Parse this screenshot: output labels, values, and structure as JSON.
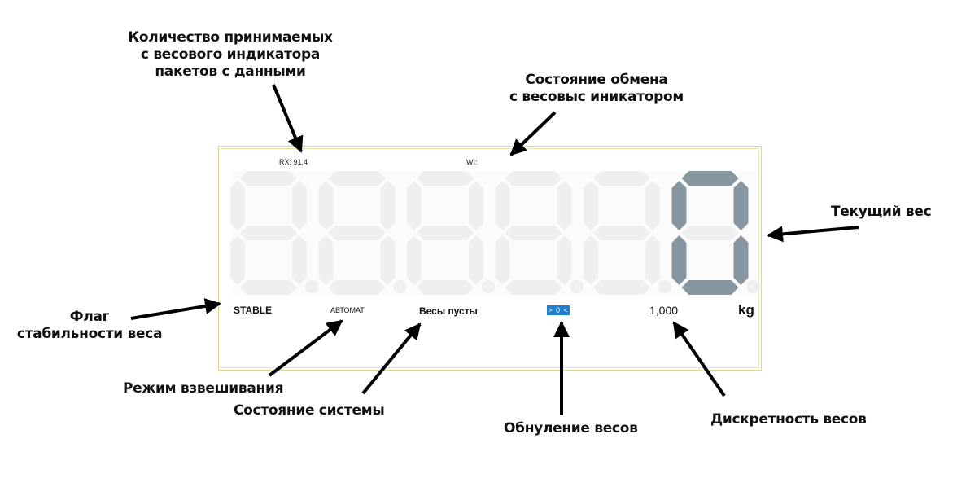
{
  "annotations": {
    "packets_count": [
      "Количество принимаемых",
      "с весового индикатора",
      "пакетов с данными"
    ],
    "exchange_state": [
      "Состояние обмена",
      "с весовыс иникатором"
    ],
    "current_weight": "Текущий вес",
    "stability_flag": [
      "Флаг",
      "стабильности веса"
    ],
    "weighing_mode": "Режим взвешивания",
    "system_state": "Состояние системы",
    "zeroing": "Обнуление весов",
    "discreteness": "Дискретность весов"
  },
  "display": {
    "rx_label": "RX: 91.4",
    "wi_label": "WI:",
    "digits": [
      "8",
      "8",
      "8",
      "8",
      "8",
      "0"
    ],
    "active_digits": [
      false,
      false,
      false,
      false,
      false,
      true
    ],
    "stable": "STABLE",
    "mode": "АВТОМАТ",
    "system_status": "Весы пусты",
    "zero_indicator": "> 0 <",
    "discreteness": "1,000",
    "unit": "kg"
  },
  "colors": {
    "segment_active": "#8697a2",
    "segment_inactive": "#efefef",
    "zero_badge": "#1e7fd0",
    "panel_border": "#e6d68a"
  }
}
